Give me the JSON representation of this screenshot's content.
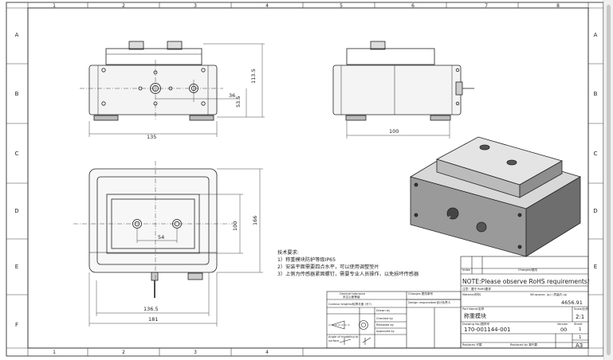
{
  "border": {
    "top_cols": [
      "1",
      "2",
      "3",
      "4",
      "5",
      "6",
      "7",
      "8"
    ],
    "bottom_cols": [
      "1",
      "2",
      "3",
      "4"
    ],
    "rows": [
      "A",
      "B",
      "C",
      "D",
      "E",
      "F"
    ]
  },
  "dims": {
    "d113": "113.5",
    "d36": "36",
    "d53": "53.5",
    "d135": "135",
    "d100_side": "100",
    "d54": "54",
    "d100_v": "100",
    "d166": "166",
    "d136": "136.5",
    "d181": "181"
  },
  "notes": {
    "title": "技术要求:",
    "line1": "1）称重模块防护等级IP65",
    "line2": "2）安装平面需要四点水平，可以使用调整垫片",
    "line3": "3）上侧为传感器紧固螺钉，需要专业人员操作，以免损坏传感器"
  },
  "title_block": {
    "changes_label": "Changes/更改",
    "index_label": "Index",
    "rohs": "NOTE:Please observe RoHS requirements!",
    "rohs_sub": "注意：遵守 RoHS要求",
    "general_tol": "General tolerance",
    "general_tol_cn": "未注公差等级",
    "contour_lengths": "Contour lengths/轮廓长度 (长?)",
    "changes_cn": "Changes 更改单号",
    "design_resp": "Design responsible/设计负责人",
    "drawn_by": "Drawn by",
    "checked_by": "Checked by",
    "released_by": "Released by",
    "approved_by": "Approved by",
    "material_label": "Material/材料",
    "weight_label": "Wt.approx. (g) / 质量约 (g)",
    "weight": "4656.91",
    "part_name_label": "Part Name/名称",
    "part_name": "称重模块",
    "scale_label": "Scale/比例",
    "scale": "2:1",
    "drawing_label": "Drawing No./图样号",
    "drawing_no": "170-001144-001",
    "version_label": "Version",
    "version": "00",
    "sheet_label": "Sheet",
    "sheet1": "1",
    "sheet2": "1",
    "replaces": "Replaces 代替",
    "replaced_by": "Replaced by 被代替",
    "size": "A3",
    "angle_note": "Angle of modeling to",
    "surface_note": "surface"
  }
}
